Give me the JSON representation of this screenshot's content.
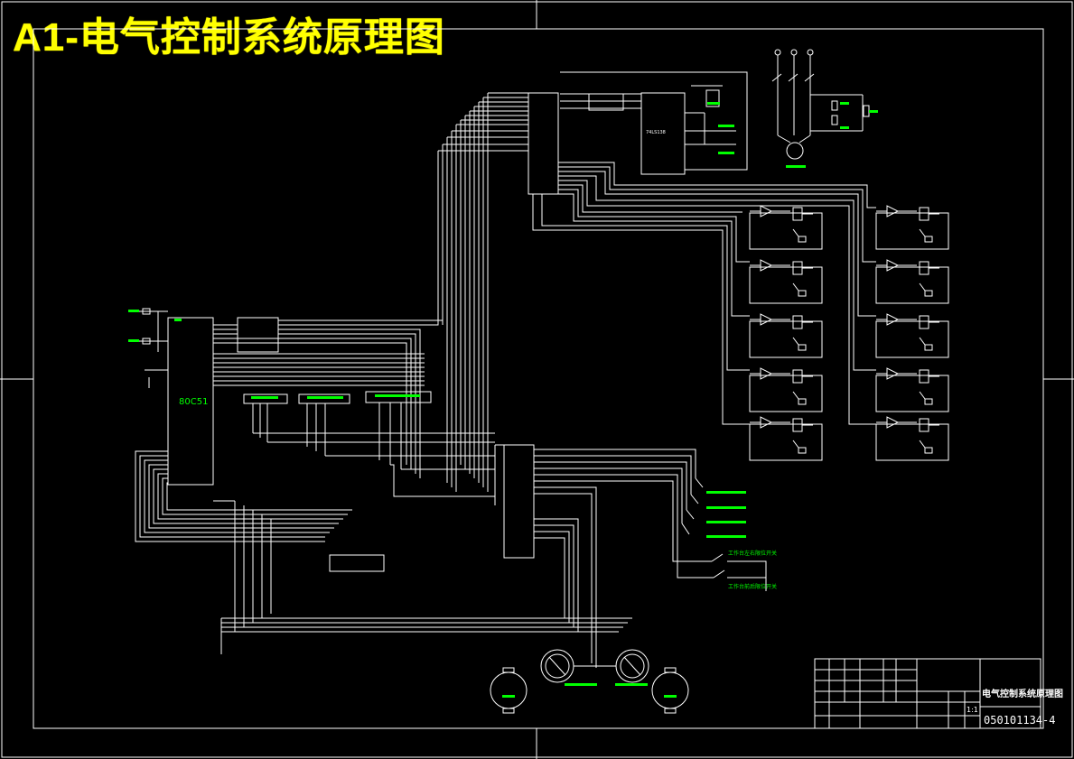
{
  "title": "A1-电气控制系统原理图",
  "colors": {
    "background": "#000000",
    "wire": "#ffffff",
    "label": "#00ff00",
    "title": "#ffff00"
  },
  "chips": {
    "mcu": "80C51",
    "decoder": "74LS138"
  },
  "switches": [
    "工作台左右限位开关",
    "工作台前后限位开关"
  ],
  "title_block": {
    "drawing_name": "电气控制系统原理图",
    "drawing_number": "050101134-4",
    "scale": "1:1"
  }
}
